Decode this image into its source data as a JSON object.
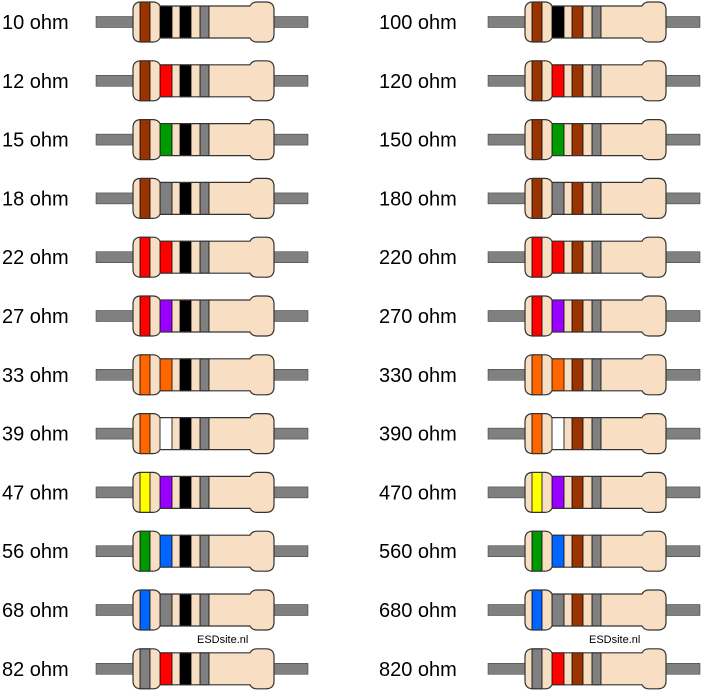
{
  "title": "Resistor color codes E12",
  "colors": {
    "0": "#000000",
    "1": "#993300",
    "2": "#ff0000",
    "3": "#ff6600",
    "4": "#ffff00",
    "5": "#009900",
    "6": "#0066ff",
    "7": "#9900ff",
    "8": "#808080",
    "9": "#ffffff",
    "tolerance": "#808080",
    "body": "#f8dfc4",
    "lead": "#808080",
    "outline": "#333333"
  },
  "columns": [
    {
      "multiplier_digit": "0",
      "resistors": [
        {
          "label": "10 ohm",
          "digits": "10"
        },
        {
          "label": "12 ohm",
          "digits": "12"
        },
        {
          "label": "15 ohm",
          "digits": "15"
        },
        {
          "label": "18 ohm",
          "digits": "18"
        },
        {
          "label": "22 ohm",
          "digits": "22"
        },
        {
          "label": "27 ohm",
          "digits": "27"
        },
        {
          "label": "33 ohm",
          "digits": "33"
        },
        {
          "label": "39 ohm",
          "digits": "39"
        },
        {
          "label": "47 ohm",
          "digits": "47"
        },
        {
          "label": "56 ohm",
          "digits": "56"
        },
        {
          "label": "68 ohm",
          "digits": "68"
        },
        {
          "label": "82 ohm",
          "digits": "82"
        }
      ]
    },
    {
      "multiplier_digit": "1",
      "resistors": [
        {
          "label": "100 ohm",
          "digits": "10"
        },
        {
          "label": "120 ohm",
          "digits": "12"
        },
        {
          "label": "150 ohm",
          "digits": "15"
        },
        {
          "label": "180 ohm",
          "digits": "18"
        },
        {
          "label": "220 ohm",
          "digits": "22"
        },
        {
          "label": "270 ohm",
          "digits": "27"
        },
        {
          "label": "330 ohm",
          "digits": "33"
        },
        {
          "label": "390 ohm",
          "digits": "39"
        },
        {
          "label": "470 ohm",
          "digits": "47"
        },
        {
          "label": "560 ohm",
          "digits": "56"
        },
        {
          "label": "680 ohm",
          "digits": "68"
        },
        {
          "label": "820 ohm",
          "digits": "82"
        }
      ]
    }
  ],
  "watermarks": [
    "ESDsite.nl",
    "ESDsite.nl"
  ]
}
